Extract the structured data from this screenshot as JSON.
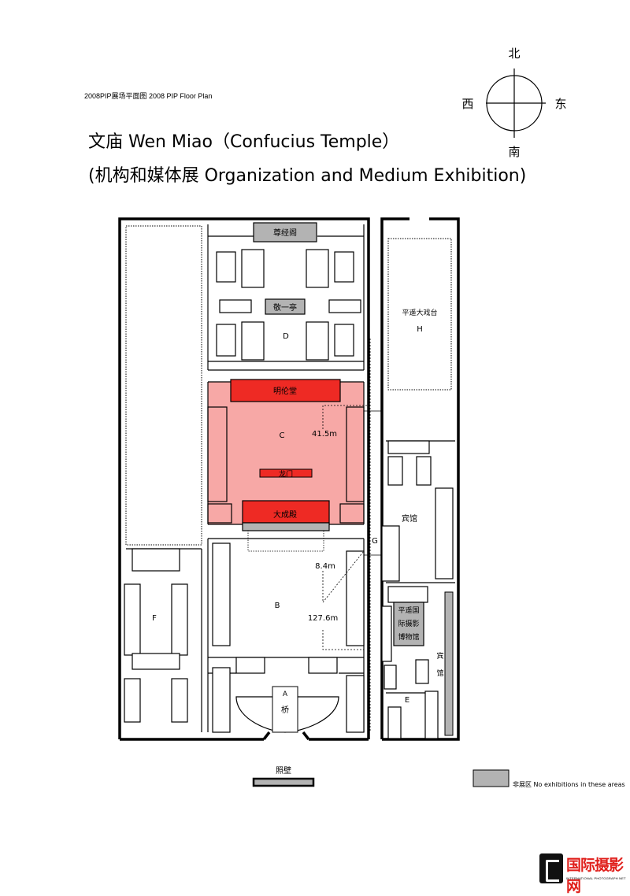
{
  "caption": "2008PIP展场平面图  2008  PIP Floor Plan",
  "title_line1": "文庙  Wen Miao（Confucius Temple）",
  "title_line2": "(机构和媒体展  Organization and Medium Exhibition)",
  "compass": {
    "north": "北",
    "south": "南",
    "east": "东",
    "west": "西"
  },
  "buildings": {
    "zunjingge": "尊经阁",
    "jingyiting": "敬一亭",
    "mingluntang": "明伦堂",
    "longmen": "龙门",
    "dachengdian": "大成殿",
    "theater": "平遥大戏台",
    "hotel": "宾馆",
    "hotel2": "宾\n馆",
    "museum": "平遥国际摄影博物馆",
    "bridge": "桥",
    "screen_wall": "照壁"
  },
  "zones": {
    "A": "A",
    "B": "B",
    "C": "C",
    "D": "D",
    "E": "E",
    "F": "F",
    "G": "G",
    "H": "H"
  },
  "dimensions": {
    "d1": "41.5m",
    "d2": "8.4m",
    "d3": "127.6m"
  },
  "legend": {
    "label": "非展区  No exhibitions in these areas",
    "color": "#b3b3b3"
  },
  "logo": {
    "text": "国际摄影网",
    "sub": "INTERNATIONAL PHOTOGRAPH NET"
  },
  "colors": {
    "highlight_zone": "#f7a8a6",
    "highlight_building": "#ee2a24",
    "non_exhibition": "#b3b3b3"
  }
}
